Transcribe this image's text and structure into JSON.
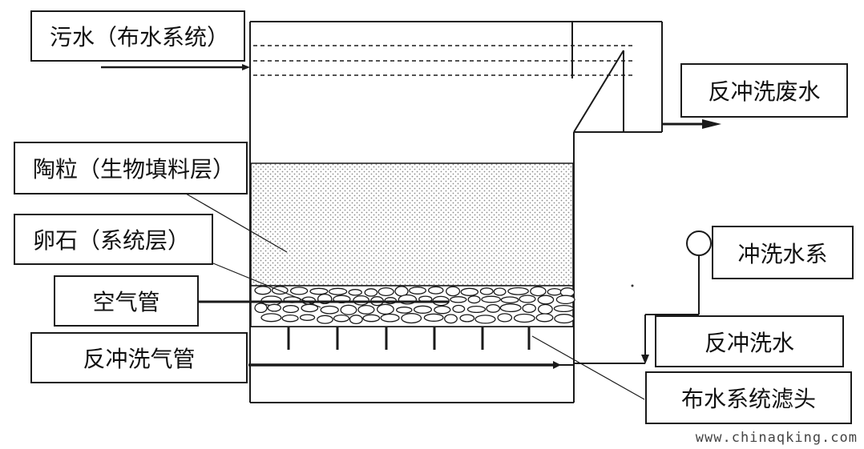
{
  "labels": {
    "sewage_inlet": "污水（布水系统）",
    "backwash_wastewater": "反冲洗废水",
    "ceramsite_layer": "陶粒（生物填料层）",
    "pebble_layer": "卵石（系统层）",
    "air_pipe": "空气管",
    "backwash_air_pipe": "反冲洗气管",
    "wash_water_system": "冲洗水系",
    "backwash_water": "反冲洗水",
    "distribution_filter_head": "布水系统滤头"
  },
  "watermark": "www.chinaqking.com",
  "colors": {
    "line": "#1a1a1a",
    "media_dot": "#8a8a8a",
    "background": "#ffffff"
  }
}
